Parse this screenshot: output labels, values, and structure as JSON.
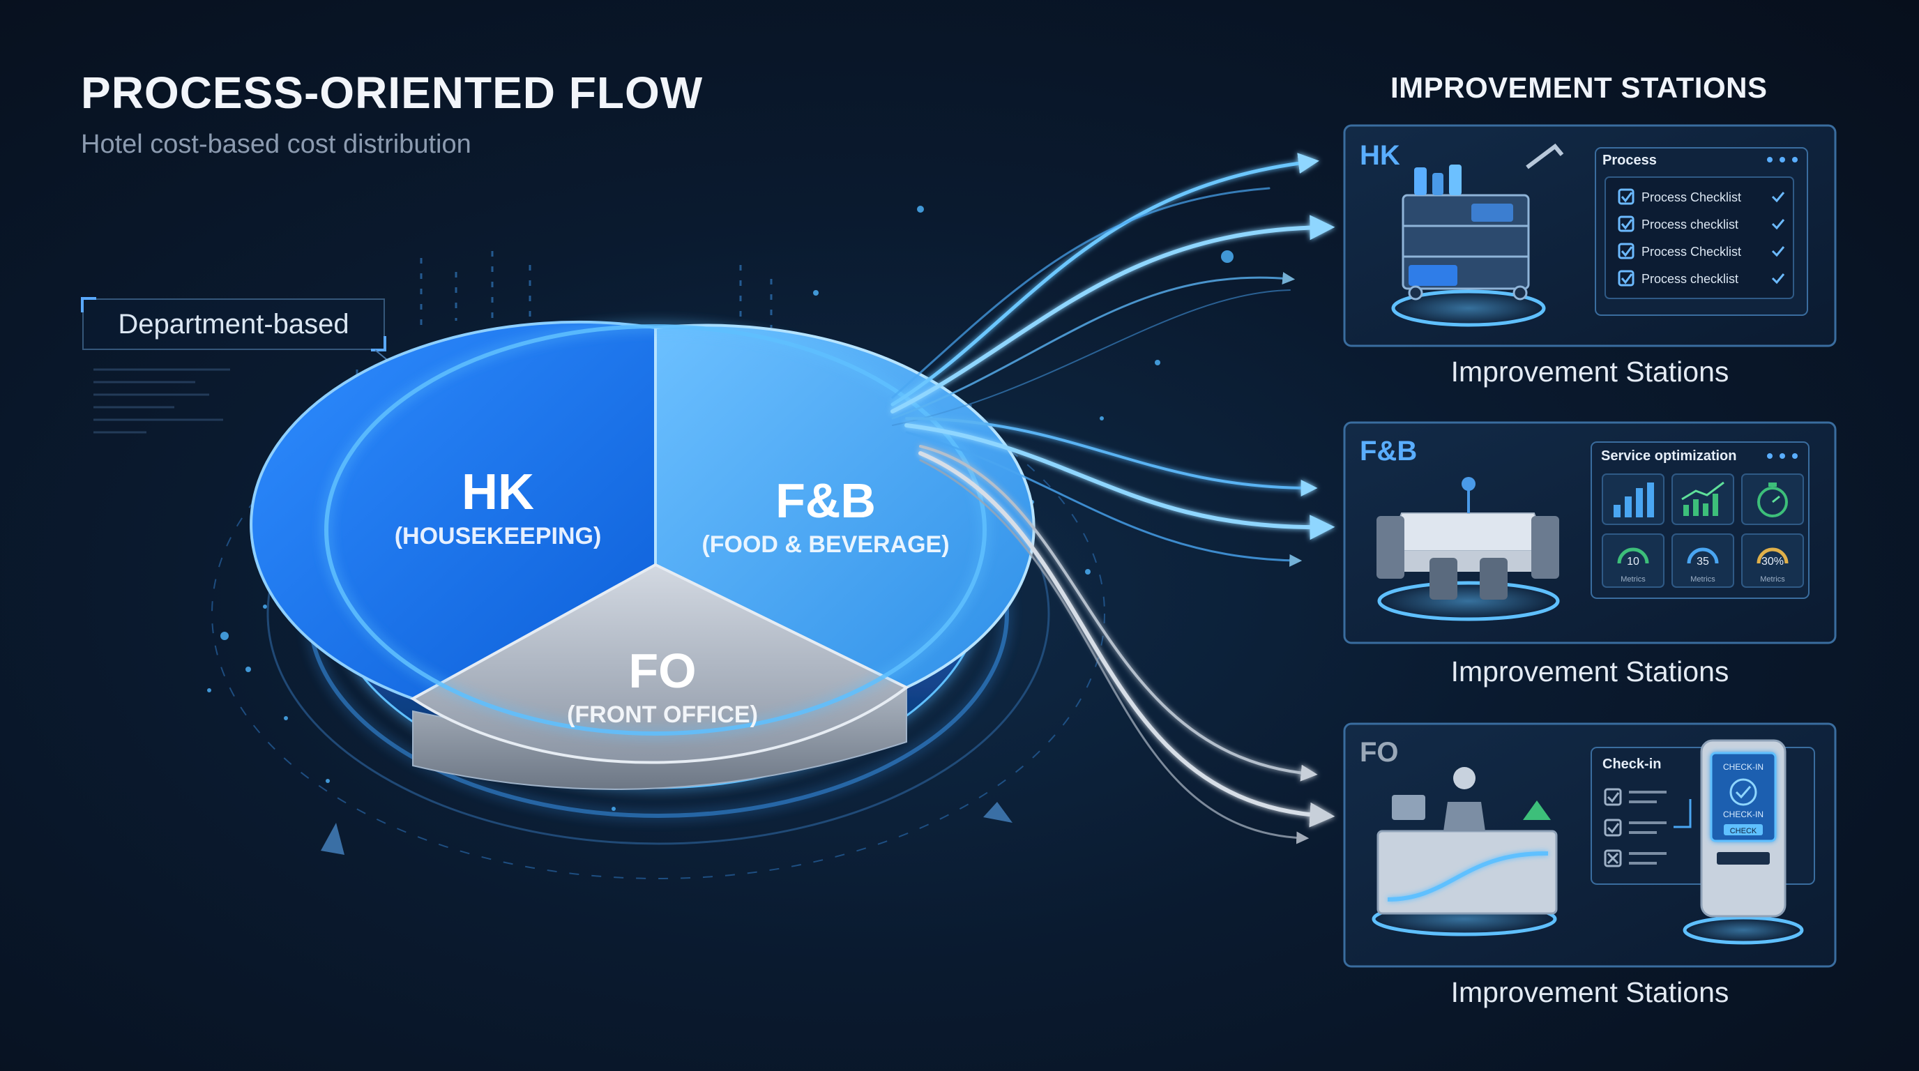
{
  "header": {
    "title": "PROCESS-ORIENTED FLOW",
    "subtitle": "Hotel cost-based cost distribution"
  },
  "left_label": "Department-based",
  "pie": {
    "segments": [
      {
        "code": "HK",
        "name": "(HOUSEKEEPING)",
        "color": "#1f78f0"
      },
      {
        "code": "F&B",
        "name": "(FOOD & BEVERAGE)",
        "color": "#4aa6f2"
      },
      {
        "code": "FO",
        "name": "(FRONT OFFICE)",
        "color": "#9ca6b4"
      }
    ]
  },
  "right_panel": {
    "heading": "IMPROVEMENT STATIONS",
    "stations": [
      {
        "code": "HK",
        "card_title": "Process",
        "checklist": [
          "Process Checklist",
          "Process checklist",
          "Process Checklist",
          "Process checklist"
        ],
        "caption": "Improvement Stations"
      },
      {
        "code": "F&B",
        "card_title": "Service optimization",
        "metrics": [
          {
            "value": "10",
            "label": "Metrics"
          },
          {
            "value": "35",
            "label": "Metrics"
          },
          {
            "value": "30%",
            "label": "Metrics"
          }
        ],
        "caption": "Improvement Stations"
      },
      {
        "code": "FO",
        "card_title": "Check-in",
        "kiosk_text": [
          "CHECK-IN",
          "CHECK-IN",
          "CHECK"
        ],
        "caption": "Improvement Stations"
      }
    ]
  },
  "colors": {
    "accent": "#3da0ff",
    "glow": "#5fc0ff",
    "background": "#0a1a2f"
  }
}
